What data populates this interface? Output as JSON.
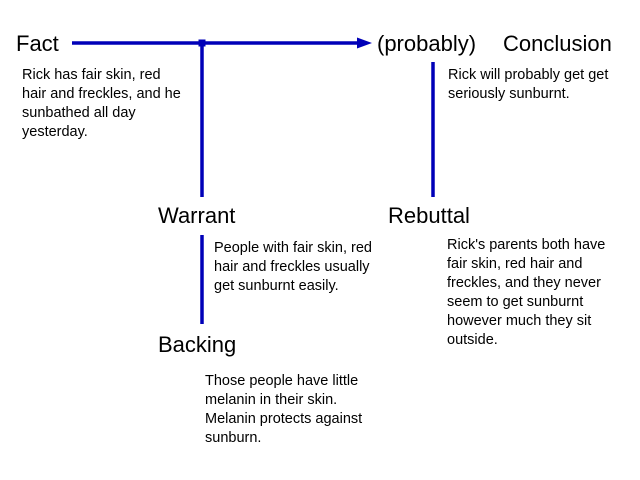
{
  "diagram": {
    "colors": {
      "line": "#0000b8",
      "text": "#000000",
      "background": "#ffffff"
    },
    "fact": {
      "label": "Fact",
      "text": "Rick has fair skin, red hair and freckles, and he sunbathed all day yesterday."
    },
    "conclusion": {
      "qualifier": "(probably)",
      "label": "Conclusion",
      "text": "Rick will probably get get seriously sunburnt."
    },
    "warrant": {
      "label": "Warrant",
      "text": "People with fair skin, red hair and freckles usually get sunburnt easily."
    },
    "backing": {
      "label": "Backing",
      "text": "Those people have little melanin in their skin. Melanin protects against sunburn."
    },
    "rebuttal": {
      "label": "Rebuttal",
      "text": "Rick's parents both have fair skin, red hair and freckles, and they never seem to get sunburnt however much they sit outside."
    }
  }
}
